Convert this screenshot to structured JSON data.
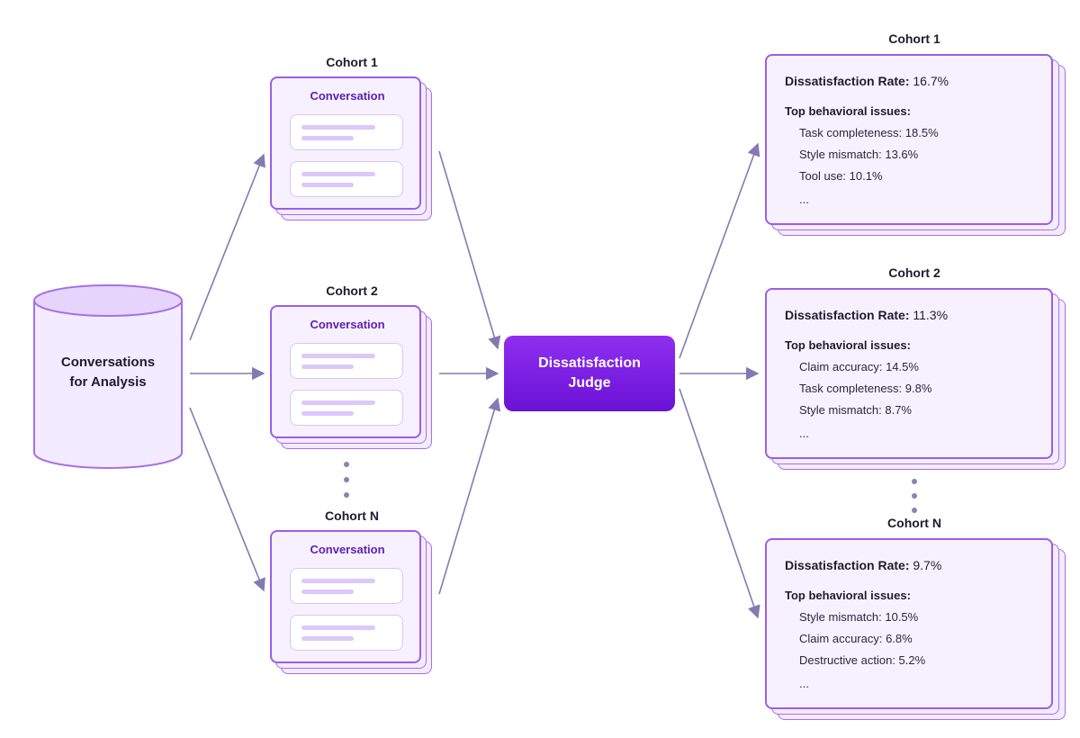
{
  "source": {
    "label": "Conversations\nfor Analysis"
  },
  "cohorts": [
    {
      "title": "Cohort 1",
      "card_title": "Conversation"
    },
    {
      "title": "Cohort 2",
      "card_title": "Conversation"
    },
    {
      "title": "Cohort N",
      "card_title": "Conversation"
    }
  ],
  "judge": {
    "label": "Dissatisfaction\nJudge"
  },
  "results": [
    {
      "title": "Cohort 1",
      "rate_label": "Dissatisfaction Rate:",
      "rate_value": "16.7%",
      "issues_heading": "Top behavioral issues:",
      "issues": [
        "Task completeness: 18.5%",
        "Style mismatch: 13.6%",
        "Tool use: 10.1%",
        "..."
      ]
    },
    {
      "title": "Cohort 2",
      "rate_label": "Dissatisfaction Rate:",
      "rate_value": "11.3%",
      "issues_heading": "Top behavioral issues:",
      "issues": [
        "Claim accuracy: 14.5%",
        "Task completeness: 9.8%",
        "Style mismatch: 8.7%",
        "..."
      ]
    },
    {
      "title": "Cohort N",
      "rate_label": "Dissatisfaction Rate:",
      "rate_value": "9.7%",
      "issues_heading": "Top behavioral issues:",
      "issues": [
        "Style mismatch: 10.5%",
        "Claim accuracy: 6.8%",
        "Destructive action: 5.2%",
        "..."
      ]
    }
  ],
  "colors": {
    "accent": "#7c1fe8",
    "card_border": "#9b5ee6",
    "card_fill": "#f3ebff",
    "arrow": "#8479b3"
  }
}
